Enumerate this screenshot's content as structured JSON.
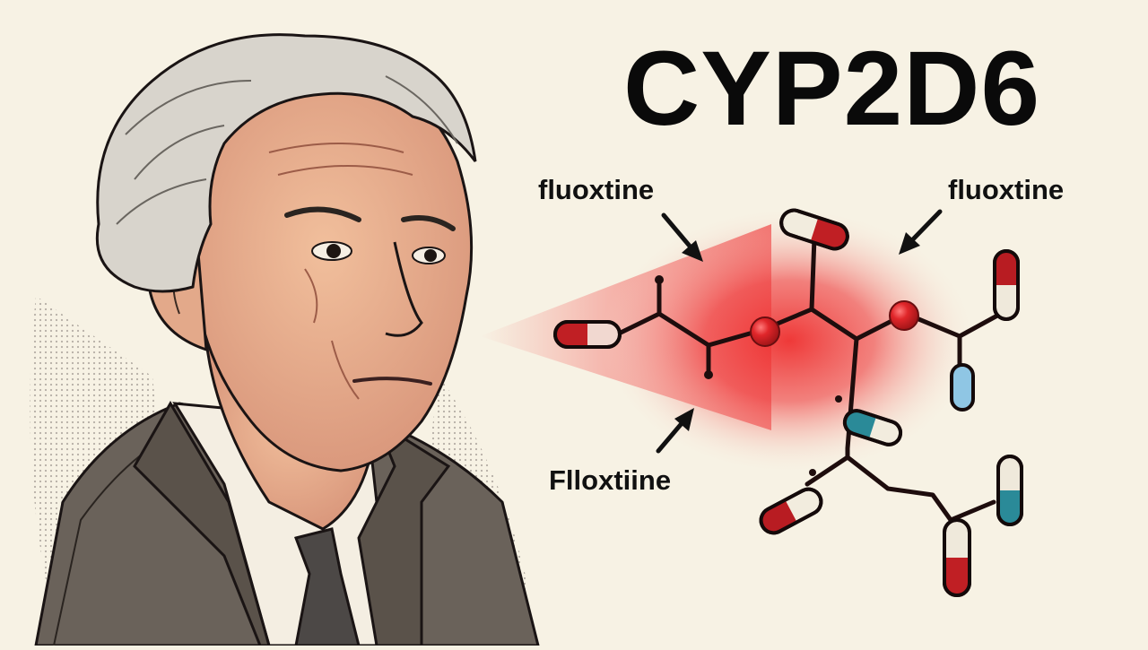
{
  "title": "CYP2D6",
  "labels": {
    "top_left": "fluoxtine",
    "top_right": "fluoxtine",
    "bottom_left": "Flloxtiine"
  },
  "colors": {
    "background": "#f7f2e4",
    "glow": "#ee3a3a",
    "atom_red": "#d8262a",
    "capsule_red": "#c01f24",
    "capsule_teal": "#2a8a98",
    "capsule_blue": "#8fc6e4",
    "bond": "#1e0d0d"
  },
  "illustration": {
    "portrait": "elderly-man-sketch",
    "molecule": "capsule-molecule-diagram"
  }
}
